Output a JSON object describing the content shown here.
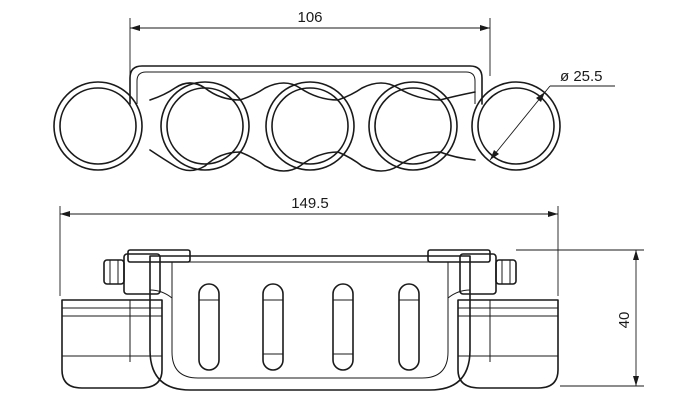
{
  "dimensions": {
    "top_width": "106",
    "diameter": "ø 25.5",
    "overall_width": "149.5",
    "height": "40"
  }
}
